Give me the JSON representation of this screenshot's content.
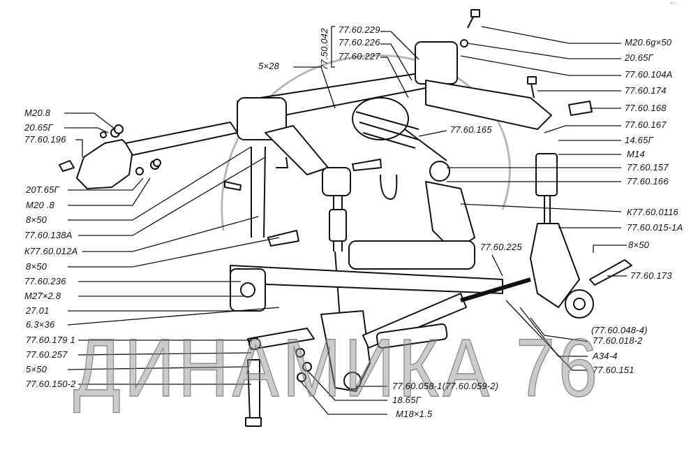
{
  "watermark": "ДИНАМИКА 76",
  "corner_mark": "+° ..",
  "labels": {
    "left": [
      "М20.8",
      "20.65Г",
      "77.60.196",
      "20Т.65Г",
      "М20 .8",
      "8×50",
      "77.60.138А",
      "К77.60.012А",
      "8×50",
      "77.60.236",
      "М27×2.8",
      "27.01",
      "6.3×36",
      "77.60.179 1",
      "77.60.257",
      "5×50",
      "77.60.150-2"
    ],
    "right": [
      "М20.6g×50",
      "20.65Г",
      "77.60.104А",
      "77.60.174",
      "77.60.168",
      "77.60.167",
      "14.65Г",
      "М14",
      "77.60.157",
      "77.60.166",
      "К77.60.0116",
      "77.60.015-1А",
      "8×50",
      "77.60.173",
      "(77.60.048-4)",
      "77.60.018-2",
      "А34-4",
      "77.60.151"
    ],
    "top": [
      "77.60.229",
      "77.60.226",
      "77.60.227",
      "77.50.042",
      "5×28",
      "77.60.165",
      "77.60.225"
    ],
    "bottom": [
      "77.60.058-1(77.60.059-2)",
      "18.65Г",
      "М18×1.5"
    ]
  }
}
